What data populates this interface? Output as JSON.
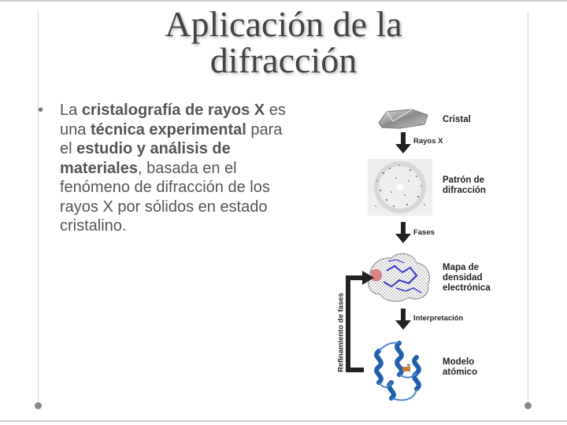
{
  "slide": {
    "title_line1": "Aplicación de la",
    "title_line2": "difracción",
    "bullet": {
      "t1": "La ",
      "b1": "cristalografía de rayos X",
      "t2": " es una ",
      "b2": "técnica experimental",
      "t3": " para el ",
      "b3": "estudio y análisis de materiales",
      "t4": ", basada en el fenómeno de difracción de los rayos X por sólidos en estado cristalino."
    }
  },
  "figure": {
    "cristal": "Cristal",
    "rayos_x": "Rayos X",
    "patron": "Patrón de",
    "difraccion": "difracción",
    "fases": "Fases",
    "mapa": "Mapa de",
    "densidad": "densidad",
    "electronica": "electrónica",
    "interpretacion": "Interpretación",
    "modelo": "Modelo",
    "atomico": "atómico",
    "refinamiento": "Refinamiento de fases"
  },
  "colors": {
    "title": "#444444",
    "body_text": "#555555",
    "frame": "#d2d2d2",
    "arrow": "#222222",
    "protein": "#1f5fae",
    "density_blue": "#3a3acc",
    "density_red": "#cc3333"
  }
}
